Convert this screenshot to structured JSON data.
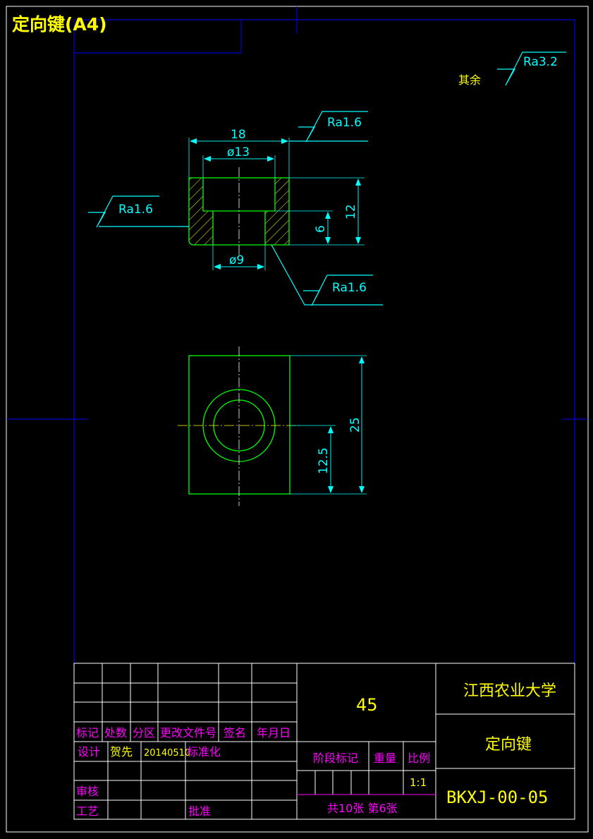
{
  "sheet": {
    "title": "定向键(A4)",
    "general_roughness_prefix": "其余",
    "general_roughness": "Ra3.2"
  },
  "section_view": {
    "dim_outer_length": "18",
    "dim_bore_diameter": "ø13",
    "dim_small_diameter": "ø9",
    "dim_total_height": "12",
    "dim_step_height": "6",
    "roughness_top": "Ra1.6",
    "roughness_side": "Ra1.6",
    "roughness_bottom": "Ra1.6"
  },
  "plan_view": {
    "dim_width": "25",
    "dim_half_width": "12.5"
  },
  "title_block": {
    "material": "45",
    "school": "江西农业大学",
    "part_name": "定向键",
    "drawing_no": "BKXJ-00-05",
    "scale": "1:1",
    "sheet_info": "共10张 第6张",
    "headers": {
      "mark": "标记",
      "count": "处数",
      "zone": "分区",
      "change_doc": "更改文件号",
      "signature": "签名",
      "date": "年月日",
      "design": "设计",
      "designer": "贺先",
      "design_date": "20140510",
      "standardize": "标准化",
      "stage_mark": "阶段标记",
      "weight": "重量",
      "scale_label": "比例",
      "review": "审核",
      "process": "工艺",
      "approve": "批准"
    }
  },
  "colors": {
    "frame": "#0000ff",
    "object": "#00ff00",
    "dimension": "#00ffff",
    "text_yellow": "#ffff00",
    "text_magenta": "#ff00ff",
    "title_block_lines": "#ffffff"
  }
}
